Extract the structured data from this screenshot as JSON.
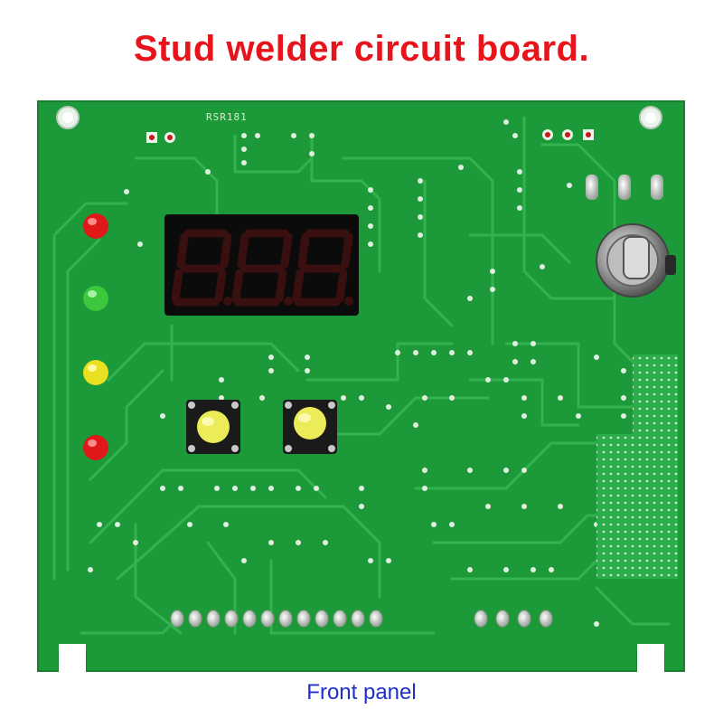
{
  "title": "Stud welder circuit board.",
  "caption": "Front panel",
  "board": {
    "silkscreen_label": "RSR181",
    "display_digits": "8.8.8.",
    "leds": [
      {
        "name": "led-red-top",
        "color": "#e01818"
      },
      {
        "name": "led-green",
        "color": "#3cc83c"
      },
      {
        "name": "led-yellow",
        "color": "#e8e020"
      },
      {
        "name": "led-red-bottom",
        "color": "#e01818"
      }
    ],
    "buttons": [
      {
        "name": "tactile-button-left",
        "cap_color": "#ecec58"
      },
      {
        "name": "tactile-button-right",
        "cap_color": "#ecec58"
      }
    ]
  },
  "colors": {
    "title_red": "#e8141b",
    "caption_blue": "#1e2fc8",
    "pcb_green": "#1c9a3a",
    "trace_green": "#35b652",
    "display_black": "#0b0b0b",
    "segment_red": "#3a0f10"
  }
}
